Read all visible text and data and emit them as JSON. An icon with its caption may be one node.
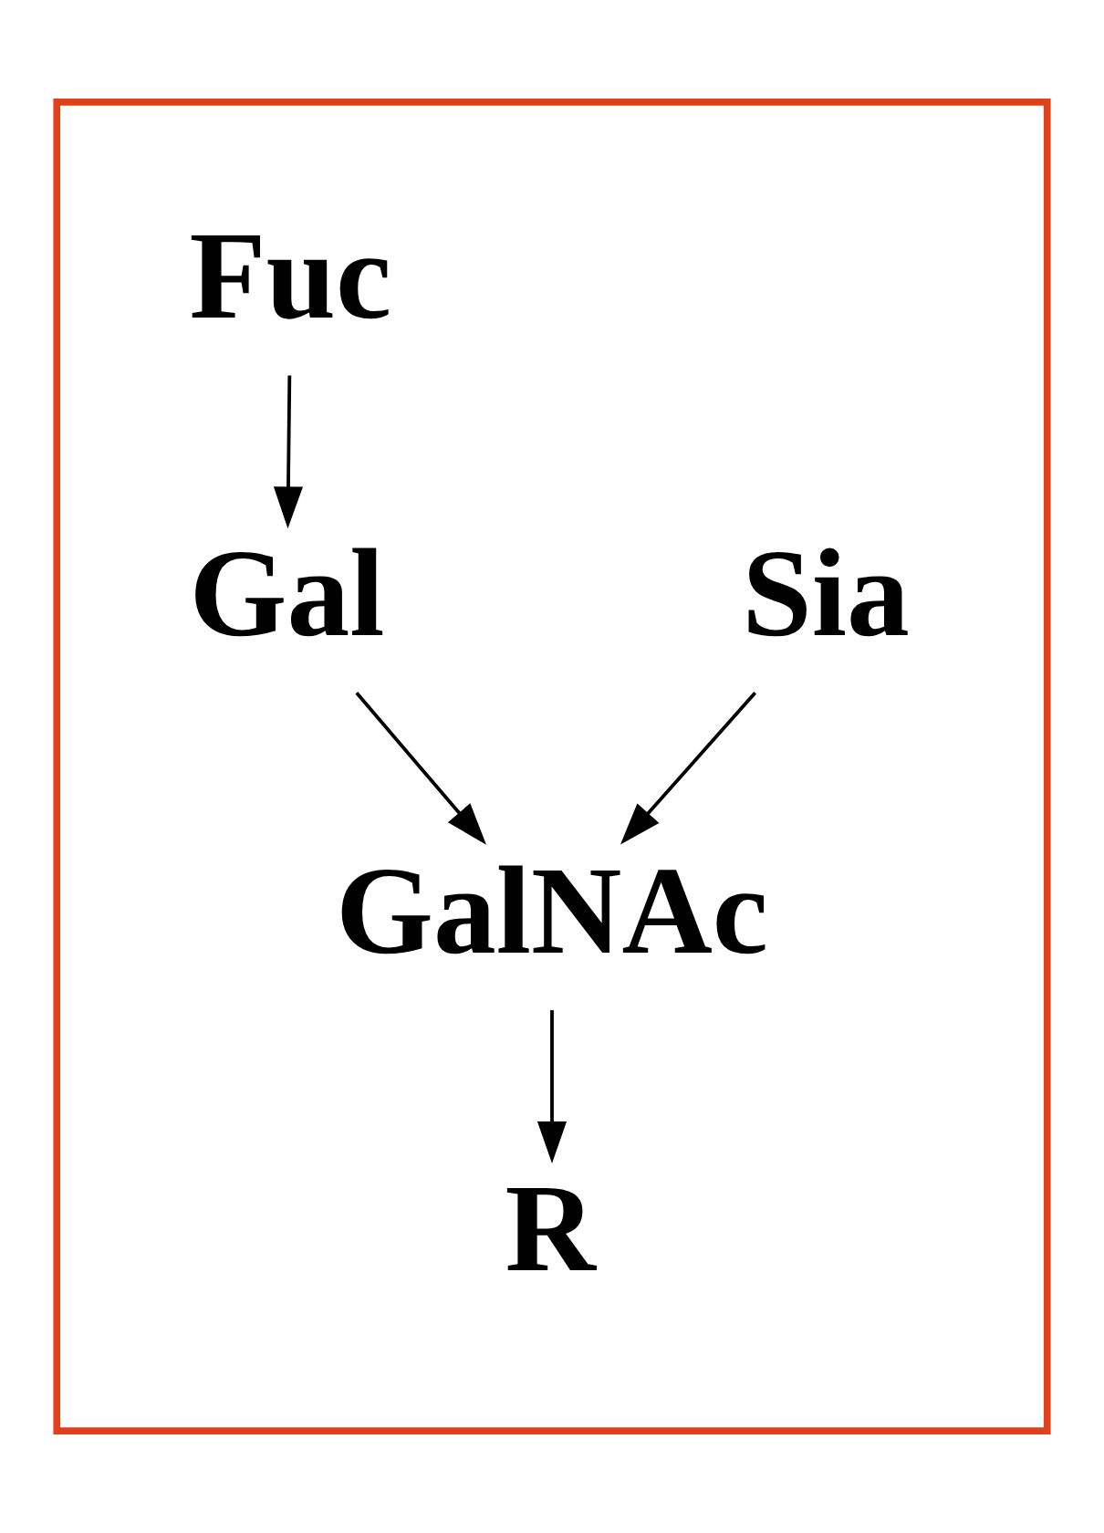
{
  "diagram": {
    "nodes": [
      {
        "text": [],
        "shape": "box"
      },
      {
        "text": [
          "Fuc"
        ],
        "in": 0
      },
      {
        "text": [
          "Gal"
        ],
        "in": 0
      },
      {
        "text": [
          "Sia"
        ],
        "in": 0
      },
      {
        "text": [
          "GalNAc"
        ],
        "in": 0
      },
      {
        "text": [
          "R"
        ],
        "in": 0
      }
    ],
    "edges": [
      {
        "from": 1,
        "to": 2,
        "arrow": "to"
      },
      {
        "from": 2,
        "to": 4,
        "arrow": "to"
      },
      {
        "from": 3,
        "to": 4,
        "arrow": "to"
      },
      {
        "from": 4,
        "to": 5,
        "arrow": "to"
      }
    ]
  }
}
